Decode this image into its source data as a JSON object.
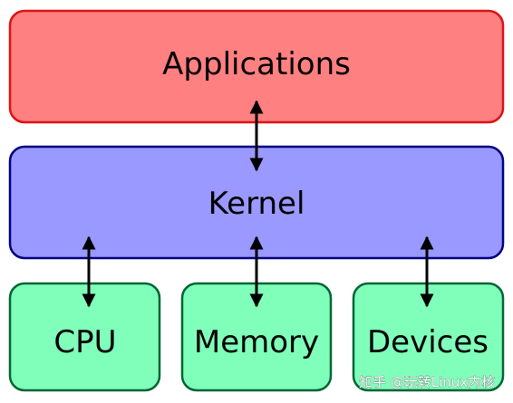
{
  "diagram": {
    "layers": {
      "applications": {
        "label": "Applications",
        "fill": "#ff8080",
        "stroke": "#dd1111"
      },
      "kernel": {
        "label": "Kernel",
        "fill": "#9999ff",
        "stroke": "#000080"
      },
      "hardware": [
        {
          "key": "cpu",
          "label": "CPU",
          "fill": "#80ffbb",
          "stroke": "#006633"
        },
        {
          "key": "memory",
          "label": "Memory",
          "fill": "#80ffbb",
          "stroke": "#006633"
        },
        {
          "key": "devices",
          "label": "Devices",
          "fill": "#80ffbb",
          "stroke": "#006633"
        }
      ]
    },
    "connections": [
      {
        "from": "applications",
        "to": "kernel",
        "direction": "bidirectional"
      },
      {
        "from": "kernel",
        "to": "cpu",
        "direction": "bidirectional"
      },
      {
        "from": "kernel",
        "to": "memory",
        "direction": "bidirectional"
      },
      {
        "from": "kernel",
        "to": "devices",
        "direction": "bidirectional"
      }
    ],
    "arrow_color": "#000000"
  },
  "watermark": {
    "text": "知乎 @玩转Linux内核"
  }
}
